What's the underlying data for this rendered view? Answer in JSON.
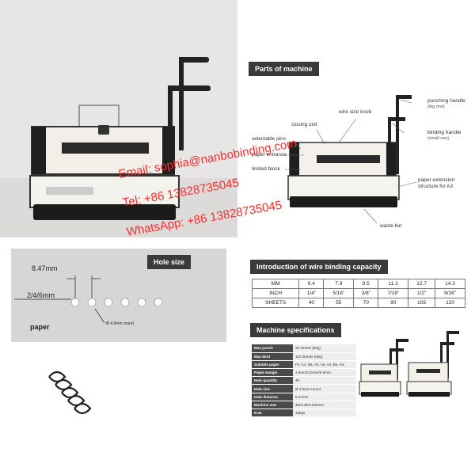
{
  "watermark": {
    "email": "Email: sophia@nanbobinding.com",
    "tel": "Tel: +86 13828735045",
    "whatsapp": "WhatsApp: +86 13828735045",
    "color": "#ff2b2b"
  },
  "parts": {
    "title": "Parts of machine",
    "labels": {
      "wire_size_knob": "wire size knob",
      "punching_handle": "punching handle",
      "punching_handle_note": "(big one)",
      "closing_unit": "closing unit",
      "binding_handle": "binding handle",
      "binding_handle_note": "(small one)",
      "selectable_pins": "selectable pins",
      "paper_entrance": "paper entrance",
      "limited_block": "limited block",
      "paper_extension": "paper extension",
      "paper_extension_2": "structure for A3",
      "waste_bin": "waste bin"
    }
  },
  "hole": {
    "title": "Hole size",
    "pitch": "8.47mm",
    "margin": "2/4/6mm",
    "paper": "paper",
    "round": "Ø 4.0mm round"
  },
  "capacity": {
    "title": "Introduction of wire binding capacity",
    "rows": [
      [
        "MM",
        "6.4",
        "7.9",
        "9.5",
        "11.1",
        "12.7",
        "14.3"
      ],
      [
        "INCH",
        "1/4”",
        "5/16”",
        "3/8”",
        "7/16”",
        "1/2”",
        "9/16”"
      ],
      [
        "SHEETS",
        "40",
        "55",
        "70",
        "90",
        "105",
        "120"
      ]
    ]
  },
  "specs": {
    "title": "Machine specifications",
    "rows": [
      [
        "Max punch",
        "20 sheets (80g)"
      ],
      [
        "Max bind",
        "120 sheets (80g)"
      ],
      [
        "Suitable paper",
        "F4, A4, B5, A5, A6, A3, B4, etc."
      ],
      [
        "Paper margin",
        "2.5mm/4.5mm/6.5mm"
      ],
      [
        "Hole quantity",
        "40"
      ],
      [
        "Hole size",
        "Ø 4.0mm round"
      ],
      [
        "Hole distance",
        "8.47mm"
      ],
      [
        "Machine size",
        "450×350×230mm"
      ],
      [
        "N.W.",
        "15kgs"
      ]
    ]
  }
}
